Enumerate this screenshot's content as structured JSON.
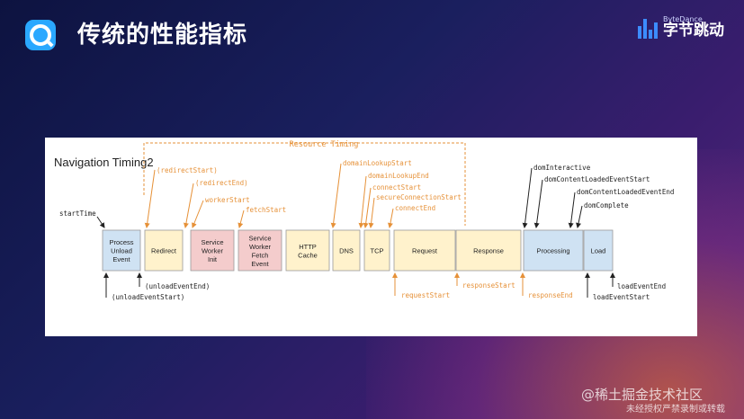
{
  "header": {
    "title": "传统的性能指标"
  },
  "brand": {
    "en": "ByteDance",
    "cn": "字节跳动"
  },
  "diagram": {
    "nav_label": "Navigation Timing2",
    "resource_timing_label": "Resource Timing",
    "boxes": [
      {
        "key": "unload",
        "lines": [
          "Process",
          "Unload",
          "Event"
        ],
        "color": "#cfe2f3"
      },
      {
        "key": "redirect",
        "lines": [
          "Redirect"
        ],
        "color": "#fff2cc"
      },
      {
        "key": "sw-init",
        "lines": [
          "Service",
          "Worker",
          "Init"
        ],
        "color": "#f4cccc"
      },
      {
        "key": "sw-fetch",
        "lines": [
          "Service",
          "Worker",
          "Fetch",
          "Event"
        ],
        "color": "#f4cccc"
      },
      {
        "key": "http-cache",
        "lines": [
          "HTTP",
          "Cache"
        ],
        "color": "#fff2cc"
      },
      {
        "key": "dns",
        "lines": [
          "DNS"
        ],
        "color": "#fff2cc"
      },
      {
        "key": "tcp",
        "lines": [
          "TCP"
        ],
        "color": "#fff2cc"
      },
      {
        "key": "request",
        "lines": [
          "Request"
        ],
        "color": "#fff2cc"
      },
      {
        "key": "response",
        "lines": [
          "Response"
        ],
        "color": "#fff2cc"
      },
      {
        "key": "processing",
        "lines": [
          "Processing"
        ],
        "color": "#cfe2f3"
      },
      {
        "key": "load",
        "lines": [
          "Load"
        ],
        "color": "#cfe2f3"
      }
    ],
    "labels": {
      "startTime": "startTime",
      "redirectStart": "(redirectStart)",
      "redirectEnd": "(redirectEnd)",
      "workerStart": "workerStart",
      "fetchStart": "fetchStart",
      "domainLookupStart": "domainLookupStart",
      "domainLookupEnd": "domainLookupEnd",
      "connectStart": "connectStart",
      "secureConnectionStart": "secureConnectionStart",
      "connectEnd": "connectEnd",
      "domInteractive": "domInteractive",
      "domContentLoadedEventStart": "domContentLoadedEventStart",
      "domContentLoadedEventEnd": "domContentLoadedEventEnd",
      "domComplete": "domComplete",
      "unloadEventEnd": "(unloadEventEnd)",
      "unloadEventStart": "(unloadEventStart)",
      "requestStart": "requestStart",
      "responseStart": "responseStart",
      "responseEnd": "responseEnd",
      "loadEventEnd": "loadEventEnd",
      "loadEventStart": "loadEventStart"
    },
    "colors": {
      "orange": "#e69138",
      "dark": "#222222"
    }
  },
  "watermark": {
    "line1": "@稀土掘金技术社区",
    "line2": "未经授权严禁录制或转载"
  }
}
